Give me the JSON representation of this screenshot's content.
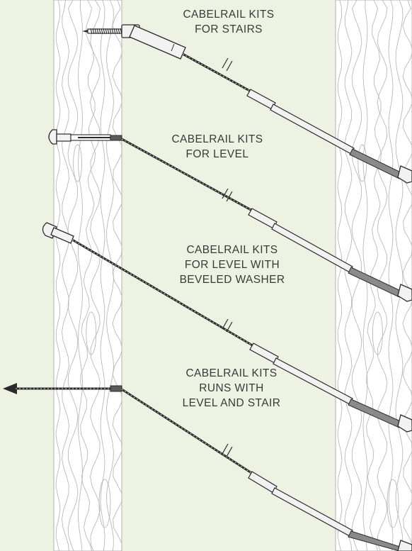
{
  "colors": {
    "background": "#eef2e3",
    "wood": "#ffffff",
    "wood_grain": "#b9b9b9",
    "cable": "#2b2b2b",
    "metal": "#f2f2f2",
    "metal_stroke": "#2b2b2b",
    "text": "#3a3a3a"
  },
  "kits": [
    {
      "id": "stairs",
      "lines": [
        "CABELRAIL KITS",
        "FOR STAIRS"
      ],
      "start_fitting": "lag-screw-with-swivel-jaw",
      "end_fitting": "threaded-stud-with-nut"
    },
    {
      "id": "level",
      "lines": [
        "CABELRAIL KITS",
        "FOR LEVEL"
      ],
      "start_fitting": "dome-head-fitting",
      "end_fitting": "threaded-stud-with-nut"
    },
    {
      "id": "beveled",
      "lines": [
        "CABELRAIL KITS",
        "FOR LEVEL WITH",
        "BEVELED WASHER"
      ],
      "start_fitting": "beveled-end-fitting",
      "end_fitting": "threaded-stud-with-nut"
    },
    {
      "id": "runs",
      "lines": [
        "CABELRAIL KITS",
        "RUNS WITH",
        "LEVEL AND STAIR"
      ],
      "start_fitting": "arrow-through-post",
      "end_fitting": "threaded-stud-with-nut"
    }
  ]
}
